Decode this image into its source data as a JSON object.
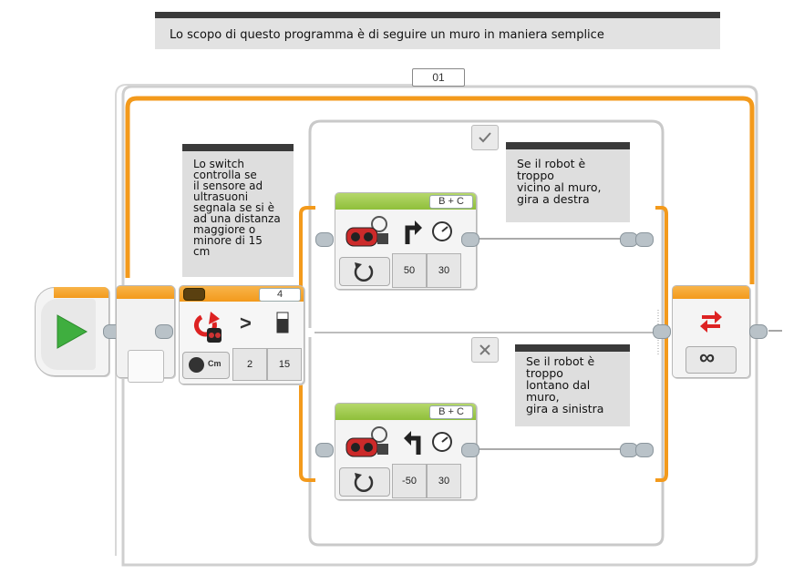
{
  "header_comment": "Lo scopo di questo programma è di seguire un muro in maniera semplice",
  "loop": {
    "name": "01",
    "mode_icon": "infinity-icon"
  },
  "switch_comment": "Lo switch\ncontrolla se\nil sensore ad\nultrasuoni\nsegnala se si è\nad una distanza\nmaggiore o\nminore di 15\ncm",
  "switch_block": {
    "port": "4",
    "mode_label": "Cm",
    "compare_symbol": ">",
    "compare_type": "2",
    "threshold": "15"
  },
  "case_true": {
    "tab_icon": "checkmark-icon",
    "comment": "Se il robot è\ntroppo\nvicino al muro,\ngira a destra",
    "motor": {
      "ports": "B + C",
      "steering": "50",
      "power": "30"
    }
  },
  "case_false": {
    "tab_icon": "cross-icon",
    "comment": "Se il robot è\ntroppo\nlontano dal\nmuro,\ngira a sinistra",
    "motor": {
      "ports": "B + C",
      "steering": "-50",
      "power": "30"
    }
  },
  "colors": {
    "wire": "#f39a1c",
    "start_green": "#3fae3f",
    "motor_green": "#8fbf3a"
  }
}
